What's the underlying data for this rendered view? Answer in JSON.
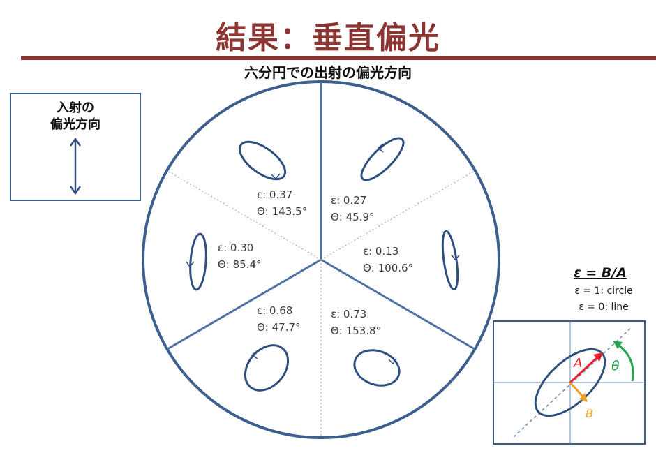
{
  "title": "結果：垂直偏光",
  "subtitle": "六分円での出射の偏光方向",
  "incident": {
    "label_line1": "入射の",
    "label_line2": "偏光方向"
  },
  "sectors": [
    {
      "epsilon": "ε: 0.37",
      "theta": "Θ: 143.5°"
    },
    {
      "epsilon": "ε: 0.27",
      "theta": "Θ: 45.9°"
    },
    {
      "epsilon": "ε: 0.30",
      "theta": "Θ: 85.4°"
    },
    {
      "epsilon": "ε: 0.13",
      "theta": "Θ: 100.6°"
    },
    {
      "epsilon": "ε: 0.68",
      "theta": "Θ: 47.7°"
    },
    {
      "epsilon": "ε: 0.73",
      "theta": "Θ: 153.8°"
    }
  ],
  "legend": {
    "formula": "ε = B/A",
    "line1": "ε = 1: circle",
    "line2": "ε = 0: line",
    "axis_a": "A",
    "axis_b": "B",
    "angle": "θ"
  },
  "colors": {
    "title": "#8c3634",
    "outline": "#3d5f8e",
    "ellipse": "#2f4f7f",
    "arrow_a": "#e8202a",
    "arrow_b": "#f0a020",
    "angle": "#22a84a"
  }
}
